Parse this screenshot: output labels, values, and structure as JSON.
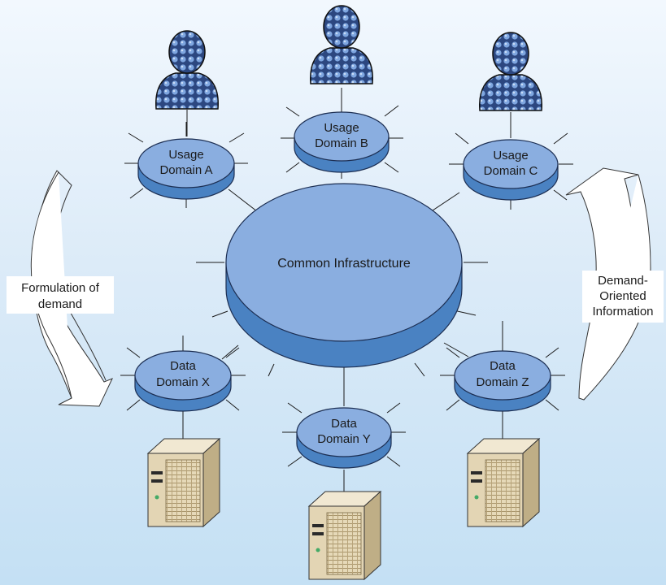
{
  "hub": {
    "label": "Common Infrastructure"
  },
  "usage_domains": [
    {
      "line1": "Usage",
      "line2": "Domain A"
    },
    {
      "line1": "Usage",
      "line2": "Domain B"
    },
    {
      "line1": "Usage",
      "line2": "Domain C"
    }
  ],
  "data_domains": [
    {
      "line1": "Data",
      "line2": "Domain X"
    },
    {
      "line1": "Data",
      "line2": "Domain Y"
    },
    {
      "line1": "Data",
      "line2": "Domain Z"
    }
  ],
  "left_arrow": {
    "line1": "Formulation of",
    "line2": "demand"
  },
  "right_arrow": {
    "line1": "Demand-",
    "line2": "Oriented",
    "line3": "Information"
  },
  "icons": {
    "user": "user-icon",
    "server": "server-icon"
  },
  "colors": {
    "disk_top": "#8aaee0",
    "disk_side": "#4a82c2",
    "disk_edge": "#1c2e52",
    "user_body": "#2e4a84",
    "server_face": "#e3d5b4",
    "arrow_fill": "#ffffff"
  }
}
